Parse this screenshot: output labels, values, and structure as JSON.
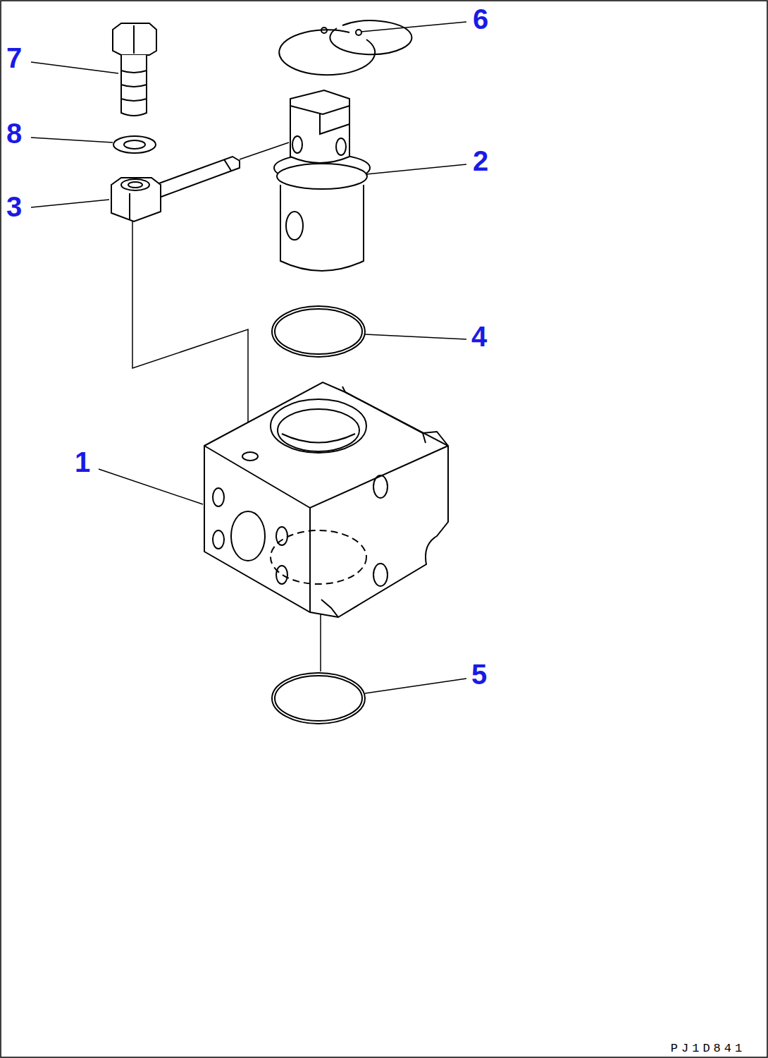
{
  "diagram": {
    "labels": [
      "7",
      "6",
      "8",
      "2",
      "3",
      "4",
      "1",
      "5",
      "PJ1D841"
    ]
  }
}
